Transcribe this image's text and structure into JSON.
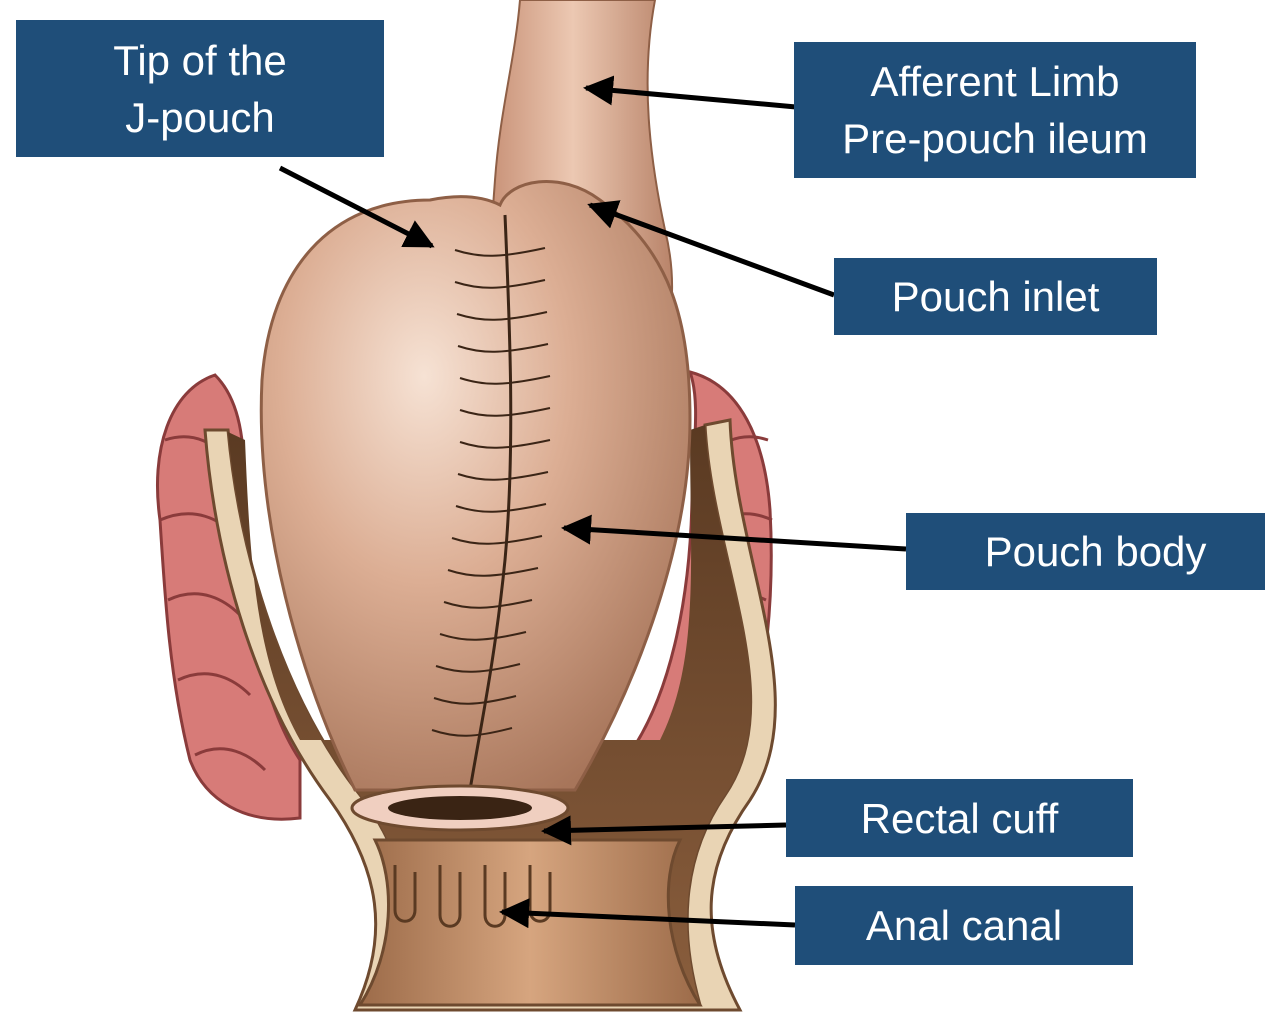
{
  "colors": {
    "label_background": "#1f4e79",
    "label_text": "#ffffff",
    "arrow": "#000000",
    "pouch_skin": "#d9a98c",
    "mucosa_folds": "#d77b78",
    "cuff_wall": "#e9d4b4",
    "pelvic_cavity": "#6e4a2f"
  },
  "labels": {
    "tip": {
      "lines": [
        "Tip of the",
        "J-pouch"
      ]
    },
    "afferent": {
      "lines": [
        "Afferent Limb",
        "Pre-pouch ileum"
      ]
    },
    "inlet": {
      "lines": [
        "Pouch inlet"
      ]
    },
    "body": {
      "lines": [
        "Pouch body"
      ]
    },
    "rectal_cuff": {
      "lines": [
        "Rectal cuff"
      ]
    },
    "anal_canal": {
      "lines": [
        "Anal canal"
      ]
    }
  }
}
